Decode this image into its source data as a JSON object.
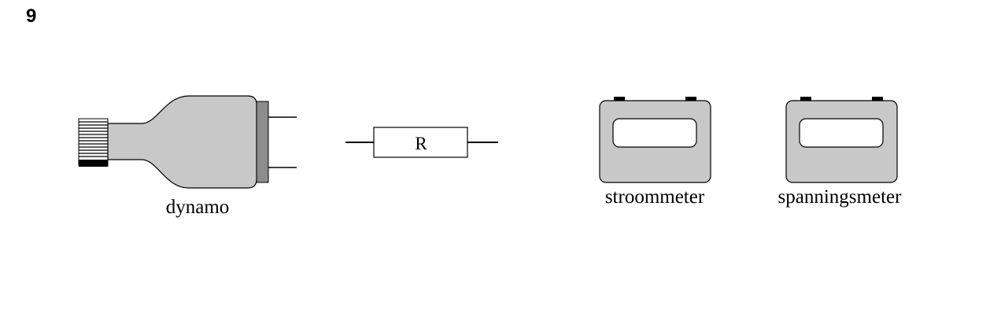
{
  "question": {
    "number": "9"
  },
  "components": {
    "dynamo": {
      "label": "dynamo"
    },
    "resistor": {
      "label": "R"
    },
    "ammeter": {
      "label": "stroommeter"
    },
    "voltmeter": {
      "label": "spanningsmeter"
    }
  },
  "colors": {
    "device_fill": "#c8c8c8",
    "device_dark": "#8c8c8c",
    "stroke": "#000000",
    "display_fill": "#ffffff"
  }
}
